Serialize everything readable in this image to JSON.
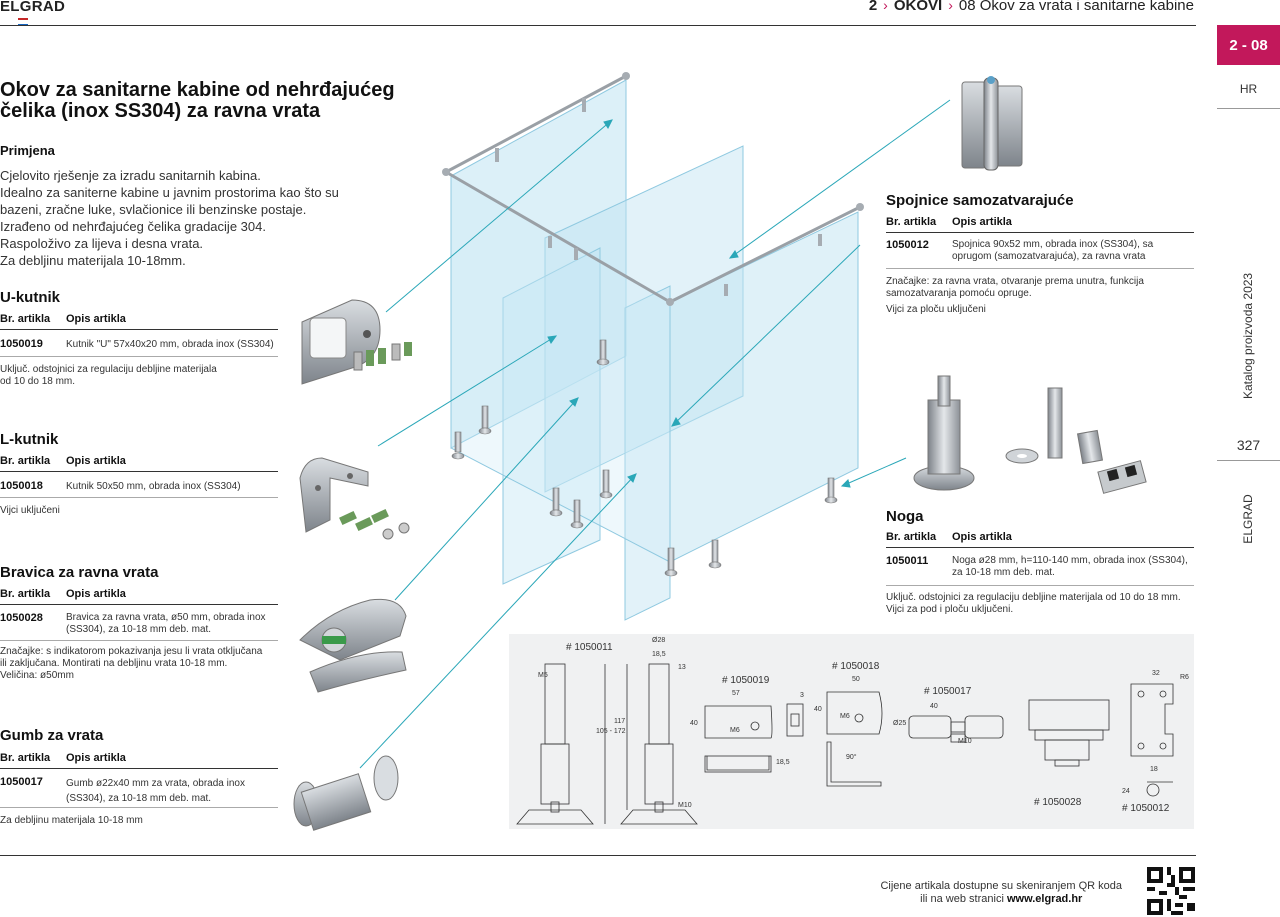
{
  "header": {
    "brand": "ELGRAD",
    "crumb_num": "2",
    "crumb_section": "OKOVI",
    "crumb_code": "08",
    "crumb_title": "Okov za vrata i sanitarne kabine"
  },
  "rail": {
    "tab": "2 - 08",
    "lang": "HR",
    "catalog": "Katalog proizvoda 2023",
    "page": "327",
    "brand_vertical": "ELGRAD"
  },
  "main": {
    "title_line1": "Okov za sanitarne kabine od nehrđajućeg",
    "title_line2": "čelika (inox SS304) za ravna vrata",
    "app_heading": "Primjena",
    "intro_lines": [
      "Cjelovito rješenje za izradu sanitarnih kabina.",
      "Idealno za saniterne kabine u javnim prostorima kao što su",
      "bazeni, zračne luke, svlačionice ili benzinske postaje.",
      "Izrađeno od nehrđajućeg čelika gradacije 304.",
      "Raspoloživo za lijeva i desna vrata.",
      "Za debljinu materijala 10-18mm."
    ]
  },
  "table_labels": {
    "code": "Br. artikla",
    "desc": "Opis artikla"
  },
  "products": {
    "u": {
      "title": "U-kutnik",
      "code": "1050019",
      "desc1": "Kutnik \"U\" 57x40x20 mm, obrada inox (SS304)",
      "note1": "Uključ. odstojnici za regulaciju debljine materijala",
      "note2": "od 10 do 18 mm."
    },
    "l": {
      "title": "L-kutnik",
      "code": "1050018",
      "desc1": "Kutnik 50x50 mm, obrada inox (SS304)",
      "note1": "Vijci uključeni"
    },
    "b": {
      "title": "Bravica za ravna vrata",
      "code": "1050028",
      "desc1": "Bravica za ravna vrata, ø50 mm, obrada inox",
      "desc2": "(SS304), za 10-18 mm deb. mat.",
      "note1": "Značajke: s indikatorom pokazivanja jesu li vrata otključana",
      "note2": "ili zaključana. Montirati na debljinu vrata 10-18 mm.",
      "note3": "Veličina: ø50mm"
    },
    "g": {
      "title": "Gumb za vrata",
      "code": "1050017",
      "desc1": "Gumb ø22x40 mm za vrata, obrada inox",
      "desc2": "(SS304), za 10-18 mm deb. mat.",
      "note1": "Za debljinu materijala 10-18 mm"
    },
    "s": {
      "title": "Spojnice samozatvarajuće",
      "code": "1050012",
      "desc1": "Spojnica 90x52 mm, obrada inox (SS304), sa",
      "desc2": "oprugom (samozatvarajuća), za ravna vrata",
      "note1": "Značajke: za ravna vrata, otvaranje prema unutra, funkcija",
      "note2": "samozatvaranja pomoću opruge.",
      "note3": "Vijci za ploču uključeni"
    },
    "n": {
      "title": "Noga",
      "code": "1050011",
      "desc1": "Noga ø28 mm, h=110-140 mm, obrada inox (SS304),",
      "desc2": "za 10-18 mm deb. mat.",
      "note1": "Uključ. odstojnici za regulaciju debljine materijala od 10 do 18 mm.",
      "note2": "Vijci za pod i ploču uključeni."
    }
  },
  "drawings": {
    "d1": "# 1050011",
    "d2": "# 1050019",
    "d3": "# 1050018",
    "d4": "# 1050017",
    "d5": "# 1050028",
    "d6": "# 1050012",
    "dims": [
      "M5",
      "Ø28",
      "18,5",
      "13",
      "117",
      "105 - 172",
      "M10",
      "57",
      "40",
      "M6",
      "3",
      "18,5",
      "50",
      "40",
      "M6",
      "90°",
      "40",
      "Ø25",
      "M10",
      "32",
      "R6",
      "18",
      "24"
    ]
  },
  "footer": {
    "line1": "Cijene artikala dostupne su skeniranjem QR koda",
    "line2_prefix": "ili na web stranici ",
    "line2_url": "www.elgrad.hr"
  },
  "colors": {
    "accent": "#c2185b",
    "leader": "#2aa7b8",
    "glass": "#bfe3f2"
  },
  "icons": [
    "qr-code-icon",
    "flag-icon",
    "chevron-right-icon"
  ]
}
